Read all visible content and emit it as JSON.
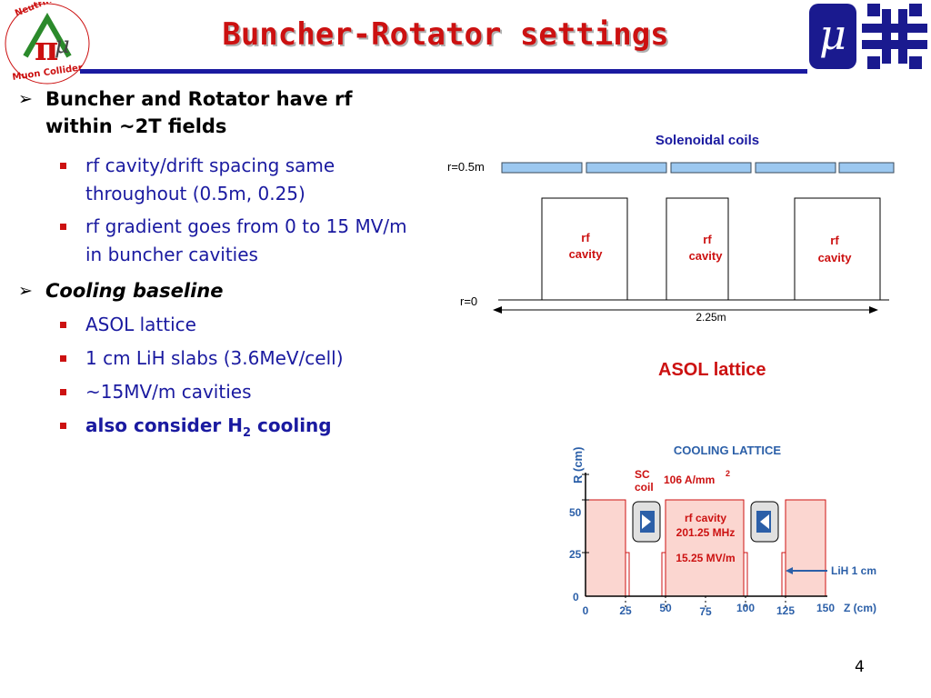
{
  "slide": {
    "title": "Buncher-Rotator settings",
    "page_number": "4",
    "logo_left_text": [
      "Neutrino Factory",
      "Muon Collider"
    ],
    "logo_mu_glyph": "μ"
  },
  "bullets": {
    "b1": {
      "line1": "Buncher and Rotator have rf",
      "line2": "within ~2T fields"
    },
    "b1_sub": [
      {
        "line1": "rf cavity/drift spacing same",
        "line2": "throughout (0.5m, 0.25)"
      },
      {
        "line1": "rf gradient goes from 0 to 15 MV/m",
        "line2": "in buncher cavities"
      }
    ],
    "b2": {
      "text": "Cooling baseline"
    },
    "b2_sub": [
      {
        "text": "ASOL lattice"
      },
      {
        "text": "1 cm LiH slabs (3.6MeV/cell)"
      },
      {
        "text": "~15MV/m cavities"
      },
      {
        "prefix": "also consider H",
        "sub": "2",
        "suffix": " cooling"
      }
    ]
  },
  "diagram1": {
    "title": "Solenoidal coils",
    "r_top_label": "r=0.5m",
    "r_bottom_label": "r=0",
    "cavities": [
      {
        "line1": "rf",
        "line2": "cavity"
      },
      {
        "line1": "rf",
        "line2": "cavity"
      },
      {
        "line1": "rf",
        "line2": "cavity"
      }
    ],
    "span_label": "2.25m",
    "caption": "ASOL lattice"
  },
  "diagram2": {
    "title": "COOLING LATTICE",
    "y_axis_label": "R (cm)",
    "x_axis_label": "Z (cm)",
    "y_ticks": [
      "0",
      "25",
      "50"
    ],
    "x_ticks": [
      "0",
      "25",
      "50",
      "75",
      "100",
      "125",
      "150"
    ],
    "sc_coil_label": [
      "SC",
      "coil"
    ],
    "field_label_main": "106 A/mm",
    "field_label_sup": "2",
    "rf_label": [
      "rf cavity",
      "201.25 MHz",
      "15.25 MV/m"
    ],
    "lih_label": "LiH 1 cm"
  },
  "colors": {
    "title_red": "#cc1111",
    "rule_blue": "#1a1aa0",
    "text_blue": "#1a1aa0",
    "coil_blue": "#9cc8f0",
    "cavity_pink": "#fbd6d0",
    "diagram_red": "#cc1111"
  }
}
